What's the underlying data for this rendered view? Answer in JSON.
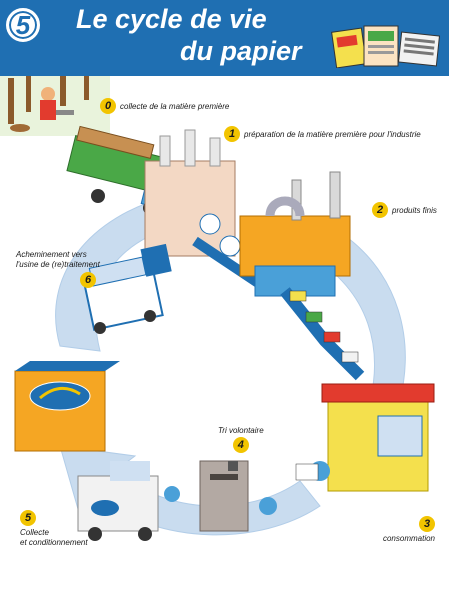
{
  "header": {
    "badge_number": "5",
    "title_line1": "Le cycle de vie",
    "title_line2": "du papier"
  },
  "steps": [
    {
      "number": "0",
      "label": "collecte de la matière première"
    },
    {
      "number": "1",
      "label": "préparation de la matière première pour l'industrie"
    },
    {
      "number": "2",
      "label": "produits finis"
    },
    {
      "number": "3",
      "label": "consommation"
    },
    {
      "number": "4",
      "label": "Tri volontaire"
    },
    {
      "number": "5",
      "label_line1": "Collecte",
      "label_line2": "et conditionnement"
    },
    {
      "number": "6",
      "label_line1": "Acheminement vers",
      "label_line2": "l'usine de (re)traitement"
    }
  ],
  "colors": {
    "header_blue": "#1f6fb2",
    "number_yellow": "#f2c400",
    "arrow_blue": "#c9dcef",
    "factory_orange": "#f5a623",
    "kiosk_red": "#e23b2e"
  }
}
